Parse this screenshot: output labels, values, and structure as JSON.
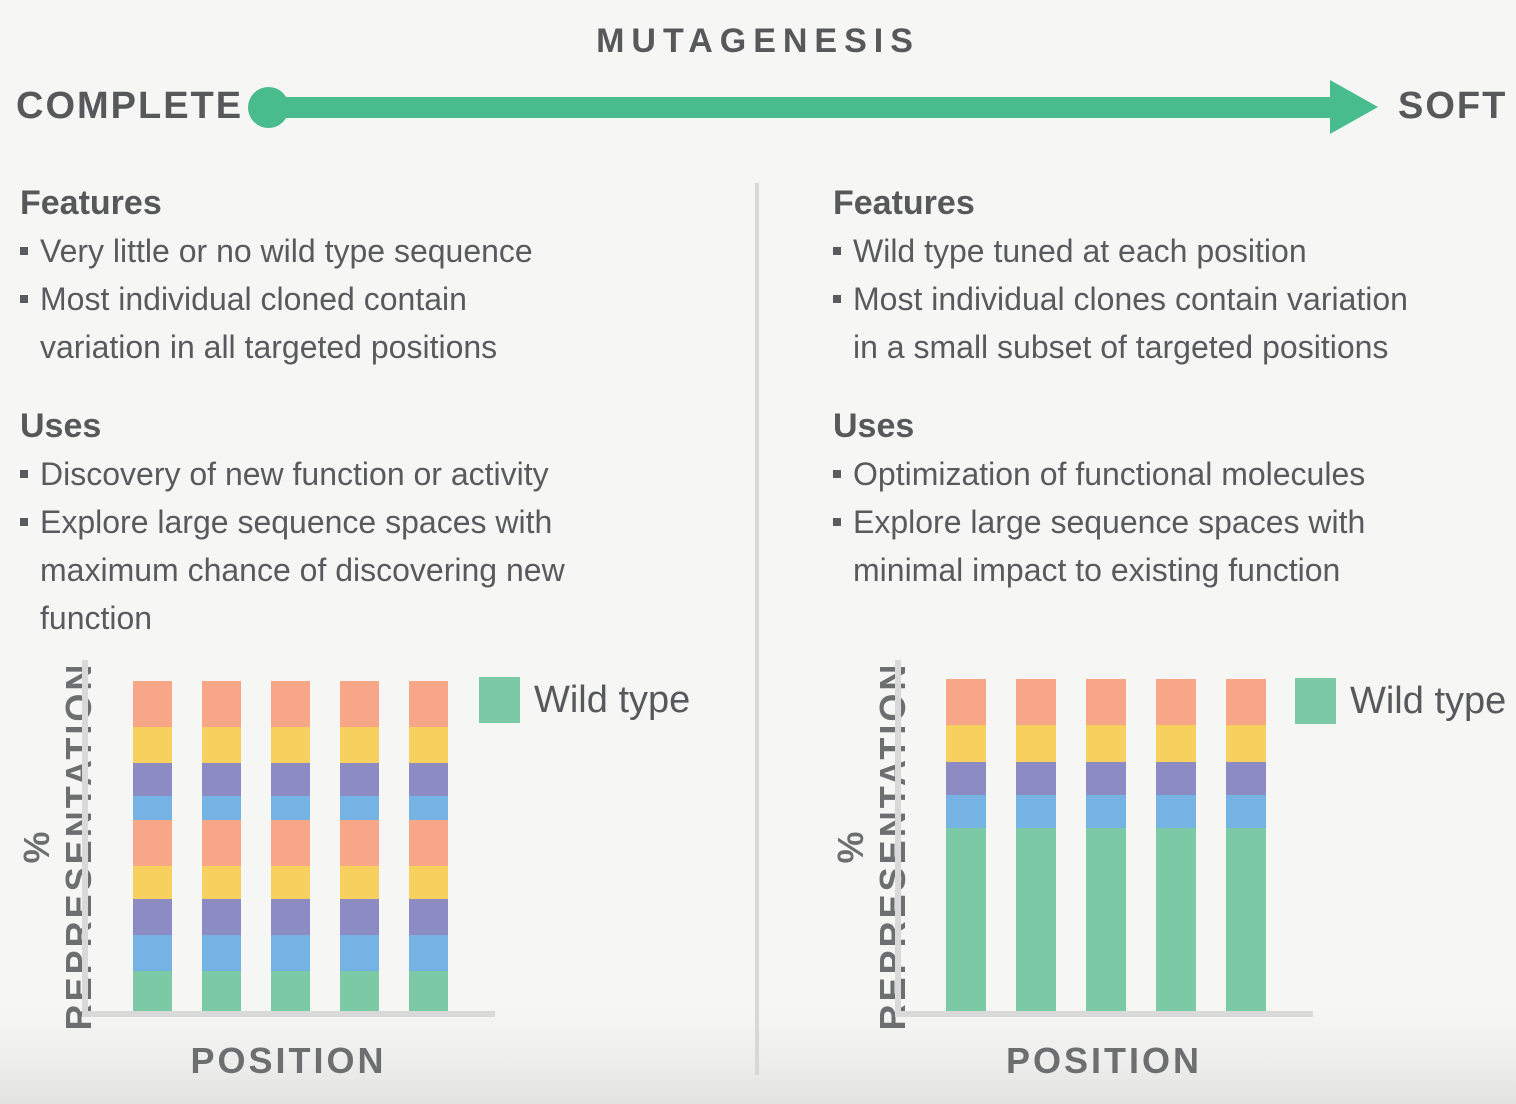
{
  "header": {
    "title": "MUTAGENESIS",
    "left_end_label": "COMPLETE",
    "right_end_label": "SOFT"
  },
  "colors": {
    "arrow_green": "#48bc8d",
    "wild_type_green": "#7bc9a5",
    "salmon": "#f7a687",
    "yellow": "#f8d05e",
    "purple": "#8c8bc4",
    "blue": "#74b3e3",
    "axis_gray": "#d9d9d9",
    "divider_gray": "#d8d8d8",
    "text_gray": "#58595c",
    "background": "#f6f6f5"
  },
  "columns": [
    {
      "features_heading": "Features",
      "features": [
        "Very little or no wild type sequence",
        "Most individual cloned contain\nvariation in all targeted positions"
      ],
      "uses_heading": "Uses",
      "uses": [
        "Discovery of new function or activity",
        "Explore large sequence spaces with\nmaximum chance of discovering new\nfunction"
      ]
    },
    {
      "features_heading": "Features",
      "features": [
        "Wild type tuned at each position",
        "Most individual clones contain variation\nin a small subset of targeted positions"
      ],
      "uses_heading": "Uses",
      "uses": [
        "Optimization of functional molecules",
        "Explore large sequence spaces with\nminimal impact to existing function"
      ]
    }
  ],
  "chart_data": [
    {
      "type": "bar",
      "variant": "complete-mutagenesis",
      "stacked": true,
      "bars": 5,
      "xlabel": "POSITION",
      "ylabel": "% REPRESENTATION",
      "legend_label": "Wild type",
      "legend_color": "#7bc9a5",
      "x_tick_labels": [],
      "y_tick_labels": [],
      "stack_top_to_bottom": [
        {
          "name": "variant-salmon",
          "color": "#f7a687",
          "pct": 14
        },
        {
          "name": "variant-yellow",
          "color": "#f8d05e",
          "pct": 11
        },
        {
          "name": "variant-purple",
          "color": "#8c8bc4",
          "pct": 10
        },
        {
          "name": "variant-blue",
          "color": "#74b3e3",
          "pct": 7
        },
        {
          "name": "variant-salmon",
          "color": "#f7a687",
          "pct": 14
        },
        {
          "name": "variant-yellow",
          "color": "#f8d05e",
          "pct": 10
        },
        {
          "name": "variant-purple",
          "color": "#8c8bc4",
          "pct": 11
        },
        {
          "name": "variant-blue",
          "color": "#74b3e3",
          "pct": 11
        },
        {
          "name": "wild-type",
          "color": "#7bc9a5",
          "pct": 12
        }
      ]
    },
    {
      "type": "bar",
      "variant": "soft-mutagenesis",
      "stacked": true,
      "bars": 5,
      "xlabel": "POSITION",
      "ylabel": "% REPRESENTATION",
      "legend_label": "Wild type",
      "legend_color": "#7bc9a5",
      "x_tick_labels": [],
      "y_tick_labels": [],
      "stack_top_to_bottom": [
        {
          "name": "variant-salmon",
          "color": "#f7a687",
          "pct": 14
        },
        {
          "name": "variant-yellow",
          "color": "#f8d05e",
          "pct": 11
        },
        {
          "name": "variant-purple",
          "color": "#8c8bc4",
          "pct": 10
        },
        {
          "name": "variant-blue",
          "color": "#74b3e3",
          "pct": 10
        },
        {
          "name": "wild-type",
          "color": "#7bc9a5",
          "pct": 55
        }
      ]
    }
  ]
}
